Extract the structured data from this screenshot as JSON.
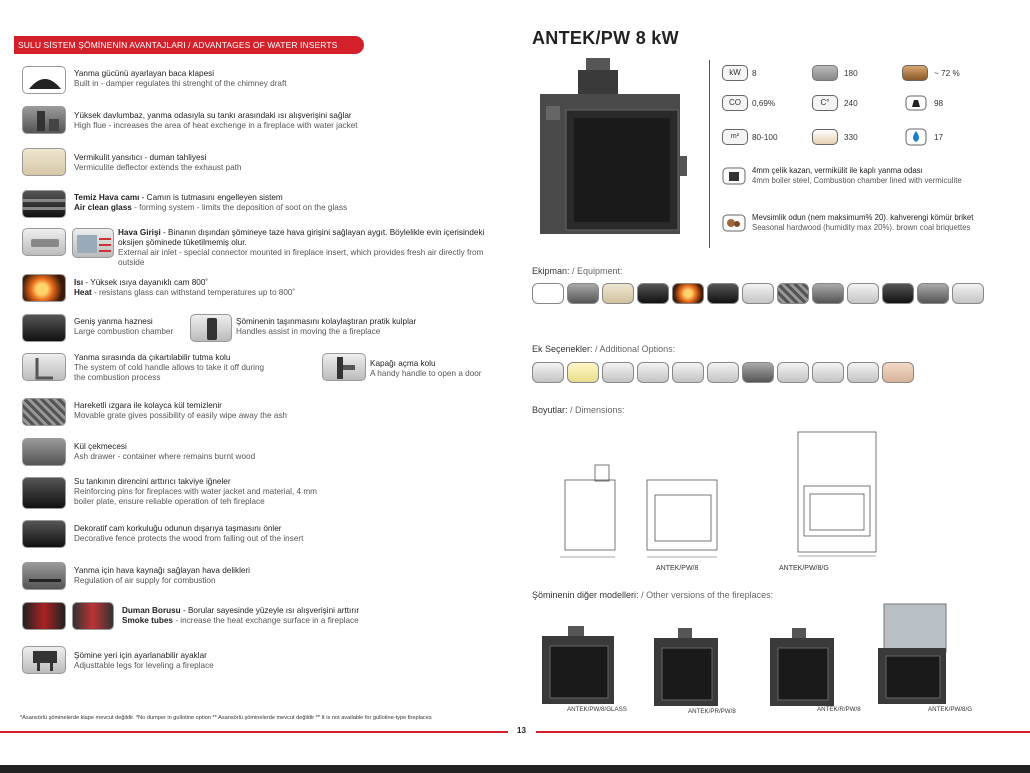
{
  "left": {
    "banner": "SULU SİSTEM ŞÖMİNENİN AVANTAJLARI / ADVANTAGES OF WATER INSERTS",
    "features": [
      {
        "tr": "Yanma gücünü ayarlayan baca klapesi",
        "en": "Built in - damper regulates thi strenght of the chimney draft"
      },
      {
        "tr": "Yüksek davlumbaz, yanma odasıyla su tankı arasındaki ısı alışverişini sağlar",
        "en": "High flue - increases the area of heat exchenge in a fireplace with water jacket"
      },
      {
        "tr": "Vermikulit yansıtıcı - duman tahliyesi",
        "en": "Vermiculite deflector extends the exhaust path"
      },
      {
        "tr_b": "Temiz Hava camı",
        "tr": " - Camın is tutmasını engelleyen sistem",
        "en_b": "Air clean glass",
        "en": " - forming system - limits the deposition of soot on the glass"
      },
      {
        "tr_b": "Hava Girişi",
        "tr": " - Binanın dışından şömineye taze hava girişini sağlayan aygıt. Böylelikle evin içerisindeki oksijen şöminede tüketilmemiş olur.",
        "en": "External air inlet - special connector mounted in fireplace insert, which provides fresh air directly from outside"
      },
      {
        "tr_b": "Isı",
        "tr": " - Yüksek ısıya dayanıklı cam 800˚",
        "en_b": "Heat",
        "en": " - resistans glass can withstand temperatures up to 800˚"
      },
      {
        "tr": "Geniş yanma haznesi",
        "en": "Large combustion chamber"
      },
      {
        "tr": "Yanma sırasında da çıkartılabilir tutma kolu",
        "en": "The system of cold handle allows to take it off during the combustion process"
      },
      {
        "tr": "Hareketli ızgara ile kolayca kül temizlenir",
        "en": "Movable grate gives possibility of easily wipe away the ash"
      },
      {
        "tr": "Kül çekmecesi",
        "en": "Ash drawer - container where remains burnt wood"
      },
      {
        "tr": "Su tankının direncini arttırıcı takviye iğneler",
        "en": "Reinforcing pins for fireplaces with water jacket and material, 4 mm boiler plate, ensure reliable operation of teh fireplace"
      },
      {
        "tr": "Dekoratif cam korkuluğu odunun dışarıya taşmasını önler",
        "en": "Decorative fence protects the wood from falling out of the insert"
      },
      {
        "tr": "Yanma için hava kaynağı sağlayan hava delikleri",
        "en": "Regulation of air supply for combustion"
      },
      {
        "tr_b": "Duman Borusu",
        "tr": " - Borular sayesinde yüzeyle ısı alışverişini arttırır",
        "en_b": "Smoke tubes",
        "en": " - increase the heat exchange surface in a fireplace"
      },
      {
        "tr": "Şömine yeri için ayarlanabilir ayaklar",
        "en": "Adjusttable legs for leveling a fireplace"
      }
    ],
    "side_features": [
      {
        "tr": "Şöminenin taşınmasını kolaylaştıran pratik kulplar",
        "en": "Handles assist in moving the a fireplace"
      },
      {
        "tr": "Kapağı açma kolu",
        "en": "A handy handle to open a door"
      }
    ],
    "footnote": "*Asansörlü şöminelerde klape mevcut değildir. *No dumper in gullotine option  ** Asansörlü şöminelerde mevcut değildir ** It is not available for gullotine-type fireplaces",
    "page_number": "13"
  },
  "right": {
    "title": "ANTEK/PW 8 kW",
    "specs": [
      {
        "icon": "kW",
        "value": "8"
      },
      {
        "icon": "CO",
        "value": "0,69%"
      },
      {
        "icon": "m²",
        "value": "80-100"
      },
      {
        "icon": "flue-icon",
        "value": "180"
      },
      {
        "icon": "C°",
        "value": "240"
      },
      {
        "icon": "log-icon",
        "value": "330"
      },
      {
        "icon": "flame-icon",
        "value": "~ 72 %"
      },
      {
        "icon": "weight-icon",
        "value": "98"
      },
      {
        "icon": "water-drop-icon",
        "value": "17"
      }
    ],
    "notes": [
      {
        "tr": "4mm çelik kazan, vermikülit ile kaplı yanma odası",
        "en": "4mm boiler steel, Combustion chamber lined with vermiculite"
      },
      {
        "tr": "Mevsimlik odun (nem maksimum% 20). kahverengi kömür briket",
        "en": "Seasonal hardwood (humidity max 20%). brown coal briquettes"
      }
    ],
    "equipment": {
      "tr": "Ekipman:",
      "en": " / Equipment:"
    },
    "options": {
      "tr": "Ek Seçenekler:",
      "en": " / Additional Options:"
    },
    "dimensions": {
      "tr": "Boyutlar:",
      "en": " / Dimensions:"
    },
    "dim_labels": [
      "ANTEK/PW/8",
      "ANTEK/PW/8/G"
    ],
    "other_models": {
      "tr": "Şöminenin diğer modelleri:",
      "en": " / Other versions of the fireplaces:"
    },
    "models": [
      "ANTEK/PW/8/GLASS",
      "ANTEK/PR/PW/8",
      "ANTEK/R/PW/8",
      "ANTEK/PW/8/G"
    ]
  },
  "colors": {
    "accent": "#d4202a",
    "text": "#333333"
  }
}
